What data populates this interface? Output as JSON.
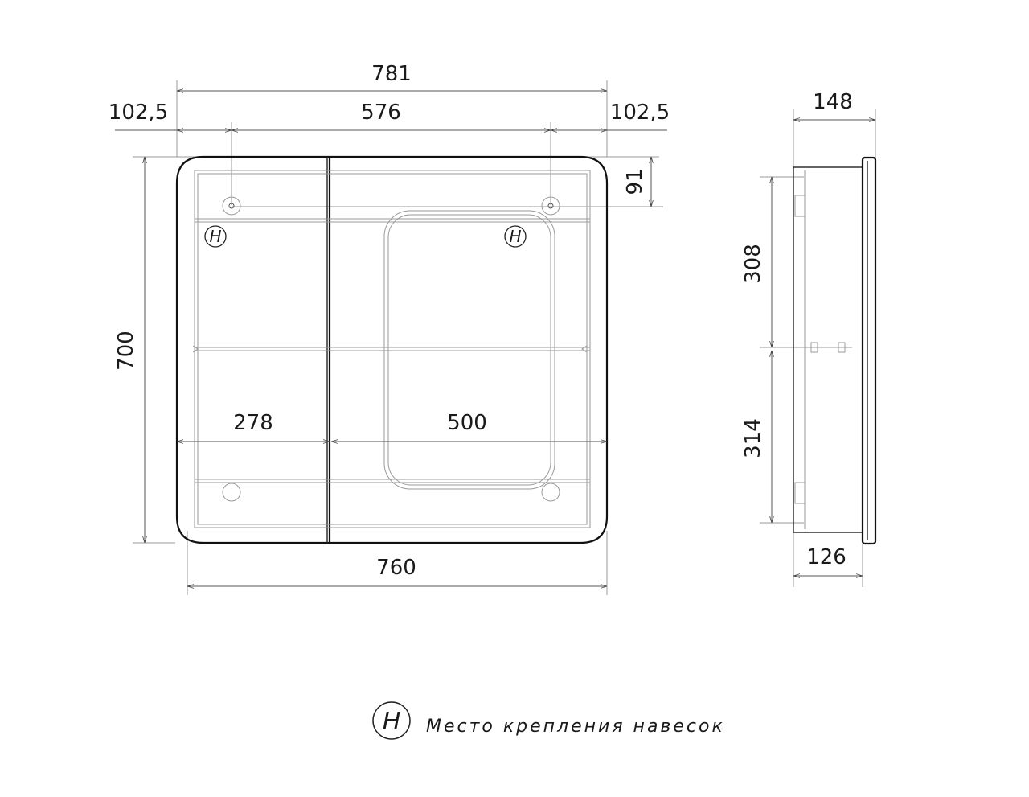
{
  "front_view": {
    "dimensions": {
      "overall_width": "781",
      "left_offset": "102,5",
      "mount_spacing": "576",
      "right_offset": "102,5",
      "top_to_mount": "91",
      "height": "700",
      "left_door_width": "278",
      "right_door_width": "500",
      "body_width": "760"
    },
    "mount_marker": "H"
  },
  "side_view": {
    "dimensions": {
      "total_depth": "148",
      "upper_section": "308",
      "lower_section": "314",
      "body_depth": "126"
    }
  },
  "legend": {
    "symbol": "H",
    "text": "Место крепления навесок"
  }
}
